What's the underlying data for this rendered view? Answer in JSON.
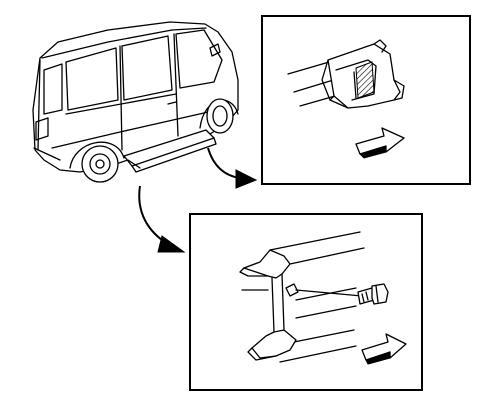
{
  "diagram": {
    "panels": [
      {
        "id": "upper-detail",
        "arrow_direction": "right"
      },
      {
        "id": "lower-detail",
        "arrow_direction": "right"
      }
    ],
    "components": [
      "van",
      "running-board",
      "step-molding-clip",
      "molding-bracket",
      "bolt"
    ],
    "colors": {
      "line": "#000000",
      "background": "#ffffff"
    }
  }
}
